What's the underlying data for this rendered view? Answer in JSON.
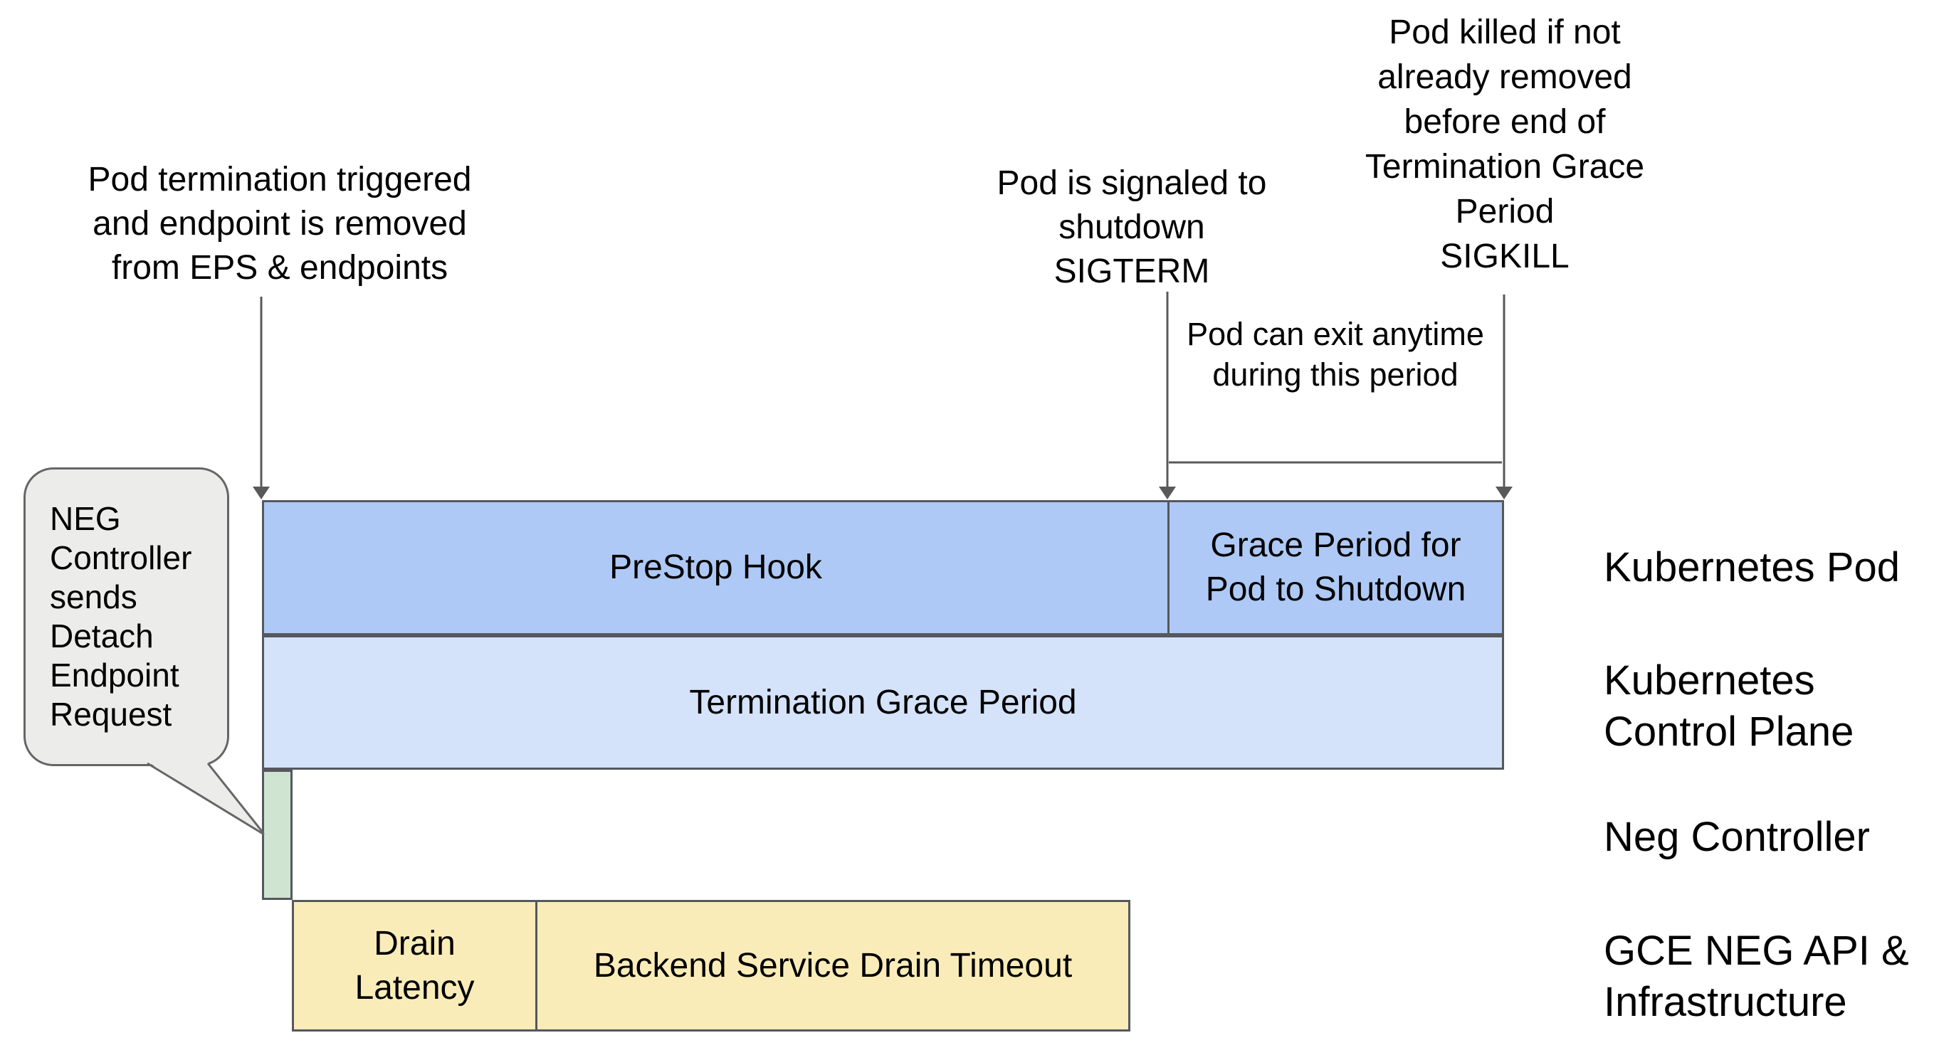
{
  "colors": {
    "bar_blue": "#aec9f5",
    "bar_light_blue": "#d4e3fa",
    "bar_green": "#cfe4d1",
    "bar_yellow": "#faecb8",
    "bubble_gray": "#ececeb",
    "line_dark": "#55585e",
    "arrow_gray": "#595959",
    "bubble_border": "#666666",
    "text_black": "#000000"
  },
  "annotations": {
    "termination_trigger": {
      "lines": [
        "Pod termination triggered",
        "and endpoint is removed",
        "from EPS & endpoints"
      ]
    },
    "sigterm": {
      "lines": [
        "Pod is signaled to",
        "shutdown",
        "SIGTERM"
      ]
    },
    "sigkill": {
      "lines": [
        "Pod killed if not",
        "already removed",
        "before end of",
        "Termination Grace",
        "Period",
        "SIGKILL"
      ]
    },
    "pod_exit_window": {
      "lines": [
        "Pod can exit anytime",
        "during this period"
      ]
    }
  },
  "callout": {
    "lines": [
      "NEG",
      "Controller",
      "sends",
      "Detach",
      "Endpoint",
      "Request"
    ]
  },
  "timeline": {
    "kubernetes_pod_row": {
      "prestop_label": "PreStop Hook",
      "grace_lines": [
        "Grace Period for",
        "Pod to Shutdown"
      ]
    },
    "control_plane_row": {
      "label": "Termination Grace Period"
    },
    "gce_row": {
      "drain_lines": [
        "Drain",
        "Latency"
      ],
      "backend_label": "Backend Service Drain Timeout"
    }
  },
  "row_labels": {
    "kubernetes_pod": "Kubernetes Pod",
    "control_plane_lines": [
      "Kubernetes",
      "Control Plane"
    ],
    "neg_controller": "Neg Controller",
    "gce_lines": [
      "GCE NEG API &",
      "Infrastructure"
    ]
  }
}
